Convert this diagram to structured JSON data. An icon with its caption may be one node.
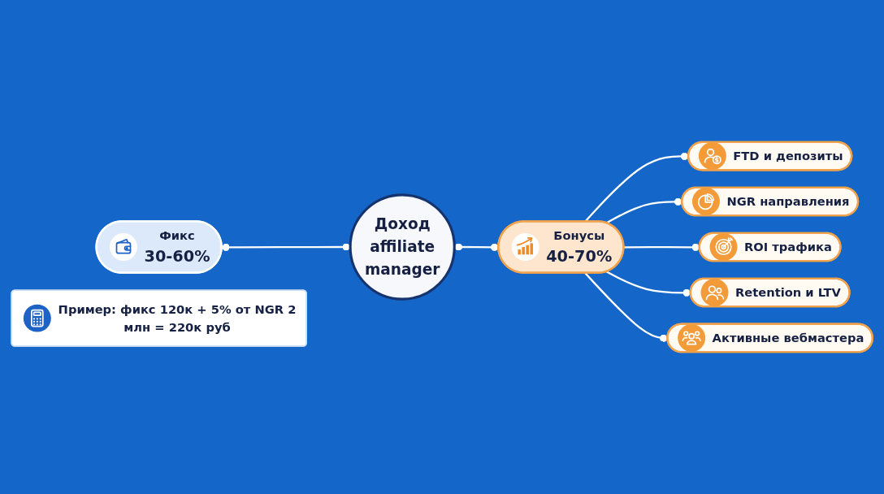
{
  "diagram": {
    "nodes": [
      {
        "text": [
          "Фикс",
          "30-60%"
        ]
      },
      {
        "text": [
          "Доход affiliate manager"
        ]
      },
      {
        "text": [
          "Бонусы",
          "40-70%"
        ]
      },
      {
        "text": [
          "FTD и депозиты"
        ]
      },
      {
        "text": [
          "NGR направления"
        ]
      },
      {
        "text": [
          "ROI трафика"
        ]
      },
      {
        "text": [
          "Retention и LTV"
        ]
      },
      {
        "text": [
          "Активные вебмастера"
        ]
      },
      {
        "text": [
          "Пример: фикс 120к + 5% от NGR 2 млн = 220к руб"
        ]
      }
    ],
    "edges": [
      {
        "from": 0,
        "to": 1,
        "arrow": "other"
      },
      {
        "from": 1,
        "to": 2,
        "arrow": "other"
      },
      {
        "from": 2,
        "to": 3,
        "arrow": "other"
      },
      {
        "from": 2,
        "to": 4,
        "arrow": "other"
      },
      {
        "from": 2,
        "to": 5,
        "arrow": "other"
      },
      {
        "from": 2,
        "to": 6,
        "arrow": "other"
      },
      {
        "from": 2,
        "to": 7,
        "arrow": "other"
      }
    ]
  }
}
